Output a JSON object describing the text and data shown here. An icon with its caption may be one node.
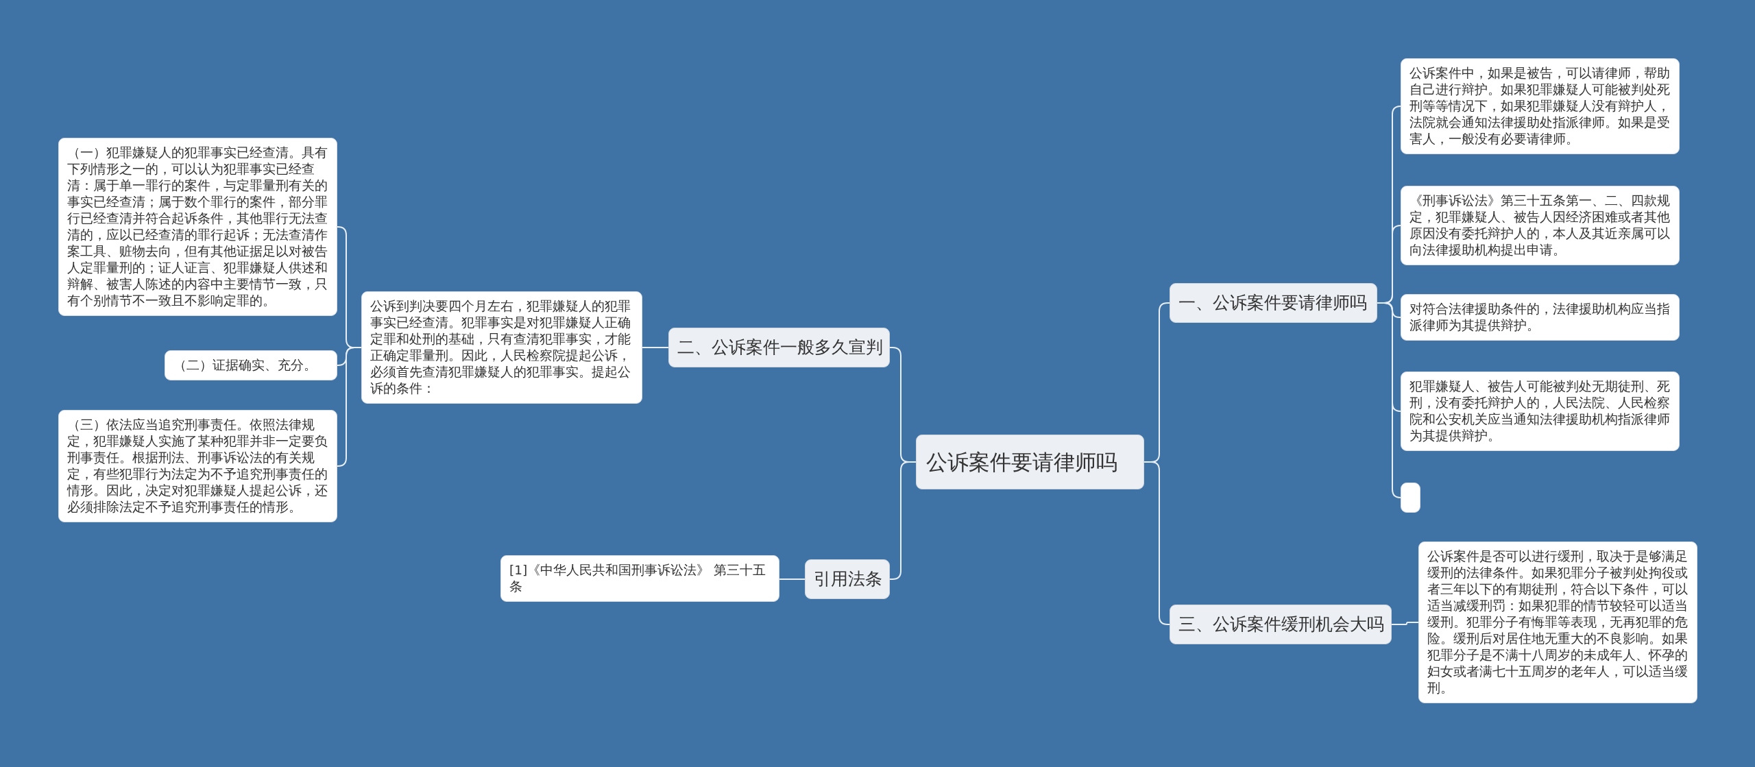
{
  "diagram": {
    "nodes": [
      {
        "text": [
          "公诉案件要请律师吗"
        ]
      },
      {
        "text": [
          "一、公诉案件要请律师吗"
        ]
      },
      {
        "text": [
          "公诉案件中，如果是被告，可以请律师，帮助自己进行辩护。如果犯罪嫌疑人可能被判处死刑等等情况下，如果犯罪嫌疑人没有辩护人，法院就会通知法律援助处指派律师。如果是受害人，一般没有必要请律师。"
        ]
      },
      {
        "text": [
          "《刑事诉讼法》第三十五条第一、二、四款规定，犯罪嫌疑人、被告人因经济困难或者其他原因没有委托辩护人的，本人及其近亲属可以向法律援助机构提出申请。"
        ]
      },
      {
        "text": [
          "对符合法律援助条件的，法律援助机构应当指派律师为其提供辩护。"
        ]
      },
      {
        "text": [
          "犯罪嫌疑人、被告人可能被判处无期徒刑、死刑，没有委托辩护人的，人民法院、人民检察院和公安机关应当通知法律援助机构指派律师为其提供辩护。"
        ]
      },
      {
        "text": [],
        "shape": "box"
      },
      {
        "text": [
          "三、公诉案件缓刑机会大吗"
        ]
      },
      {
        "text": [
          "公诉案件是否可以进行缓刑，取决于是够满足缓刑的法律条件。如果犯罪分子被判处拘役或者三年以下的有期徒刑，符合以下条件，可以适当减缓刑罚：如果犯罪的情节较轻可以适当缓刑。犯罪分子有悔罪等表现，无再犯罪的危险。缓刑后对居住地无重大的不良影响。如果犯罪分子是不满十八周岁的未成年人、怀孕的妇女或者满七十五周岁的老年人，可以适当缓刑。"
        ]
      },
      {
        "text": [
          "二、公诉案件一般多久宣判"
        ]
      },
      {
        "text": [
          "公诉到判决要四个月左右，犯罪嫌疑人的犯罪事实已经查清。犯罪事实是对犯罪嫌疑人正确定罪和处刑的基础，只有查清犯罪事实，才能正确定罪量刑。因此，人民检察院提起公诉，必须首先查清犯罪嫌疑人的犯罪事实。提起公诉的条件："
        ]
      },
      {
        "text": [
          "（一）犯罪嫌疑人的犯罪事实已经查清。具有下列情形之一的，可以认为犯罪事实已经查清：属于单一罪行的案件，与定罪量刑有关的事实已经查清；属于数个罪行的案件，部分罪行已经查清并符合起诉条件，其他罪行无法查清的，应以已经查清的罪行起诉；无法查清作案工具、赃物去向，但有其他证据足以对被告人定罪量刑的；证人证言、犯罪嫌疑人供述和辩解、被害人陈述的内容中主要情节一致，只有个别情节不一致且不影响定罪的。"
        ]
      },
      {
        "text": [
          "（二）证据确实、充分。"
        ]
      },
      {
        "text": [
          "（三）依法应当追究刑事责任。依照法律规定，犯罪嫌疑人实施了某种犯罪并非一定要负刑事责任。根据刑法、刑事诉讼法的有关规定，有些犯罪行为法定为不予追究刑事责任的情形。因此，决定对犯罪嫌疑人提起公诉，还必须排除法定不予追究刑事责任的情形。"
        ]
      },
      {
        "text": [
          "引用法条"
        ]
      },
      {
        "text": [
          "[1]《中华人民共和国刑事诉讼法》 第三十五条"
        ]
      }
    ],
    "edges": [
      {
        "from": 0,
        "to": 1,
        "arrow": "none"
      },
      {
        "from": 1,
        "to": 2,
        "arrow": "none"
      },
      {
        "from": 1,
        "to": 3,
        "arrow": "none"
      },
      {
        "from": 1,
        "to": 4,
        "arrow": "none"
      },
      {
        "from": 1,
        "to": 5,
        "arrow": "none"
      },
      {
        "from": 1,
        "to": 6,
        "arrow": "none"
      },
      {
        "from": 0,
        "to": 7,
        "arrow": "none"
      },
      {
        "from": 7,
        "to": 8,
        "arrow": "none"
      },
      {
        "from": 0,
        "to": 9,
        "arrow": "none"
      },
      {
        "from": 9,
        "to": 10,
        "arrow": "none"
      },
      {
        "from": 10,
        "to": 11,
        "arrow": "none"
      },
      {
        "from": 10,
        "to": 12,
        "arrow": "none"
      },
      {
        "from": 10,
        "to": 13,
        "arrow": "none"
      },
      {
        "from": 0,
        "to": 14,
        "arrow": "none"
      },
      {
        "from": 14,
        "to": 15,
        "arrow": "none"
      }
    ]
  }
}
